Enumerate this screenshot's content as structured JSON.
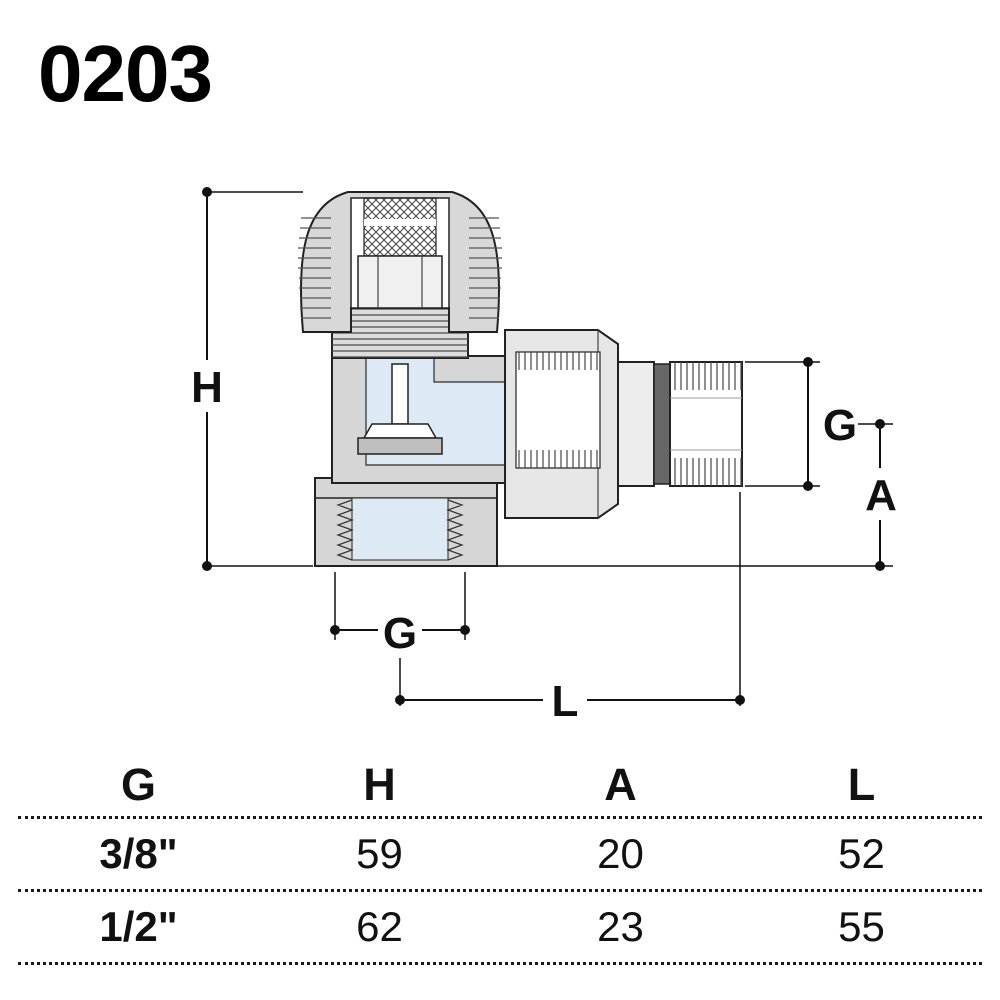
{
  "title": "0203",
  "drawing": {
    "labels": {
      "height": "H",
      "thread_side": "G",
      "offset": "A",
      "thread_bottom": "G",
      "length": "L"
    }
  },
  "table": {
    "headers": [
      "G",
      "H",
      "A",
      "L"
    ],
    "rows": [
      [
        "3/8\"",
        "59",
        "20",
        "52"
      ],
      [
        "1/2\"",
        "62",
        "23",
        "55"
      ]
    ]
  }
}
